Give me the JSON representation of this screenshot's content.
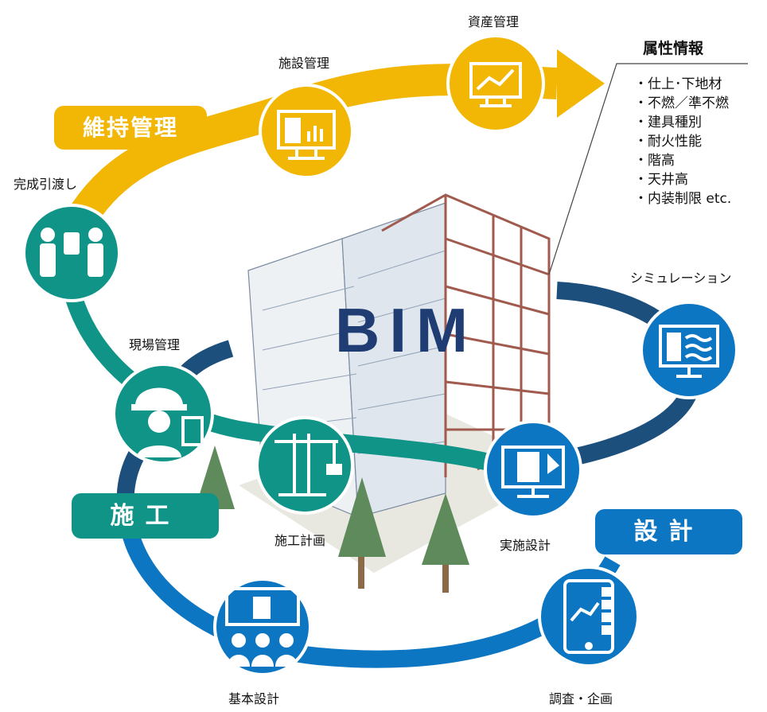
{
  "center_label": "BIM",
  "phase_tags": {
    "maintenance": "維持管理",
    "construction": "施工",
    "design": "設計"
  },
  "nodes": [
    {
      "key": "asset",
      "label": "資産管理",
      "icon": "monitor-yen-chart-icon",
      "color": "#f2b705"
    },
    {
      "key": "facility",
      "label": "施設管理",
      "icon": "monitor-dashboard-icon",
      "color": "#f2b705"
    },
    {
      "key": "handover",
      "label": "完成引渡し",
      "icon": "handover-people-icon",
      "color": "#109488"
    },
    {
      "key": "site",
      "label": "現場管理",
      "icon": "worker-helmet-icon",
      "color": "#109488"
    },
    {
      "key": "plan",
      "label": "施工計画",
      "icon": "tower-crane-icon",
      "color": "#109488"
    },
    {
      "key": "simulation",
      "label": "シミュレーション",
      "icon": "monitor-simulation-icon",
      "color": "#0d76c2"
    },
    {
      "key": "detail",
      "label": "実施設計",
      "icon": "monitor-building-icon",
      "color": "#0d76c2"
    },
    {
      "key": "survey",
      "label": "調査・企画",
      "icon": "tablet-checklist-icon",
      "color": "#0d76c2"
    },
    {
      "key": "basic",
      "label": "基本設計",
      "icon": "presentation-board-icon",
      "color": "#0d76c2"
    }
  ],
  "attributes": {
    "title": "属性情報",
    "items": [
      "仕上･下地材",
      "不燃／準不燃",
      "建具種別",
      "耐火性能",
      "階高",
      "天井高",
      "内装制限 etc."
    ]
  },
  "colors": {
    "yellow": "#f2b705",
    "teal": "#109488",
    "blue": "#0d76c2",
    "navy": "#1c4f7c",
    "bim": "#1f3c73"
  }
}
